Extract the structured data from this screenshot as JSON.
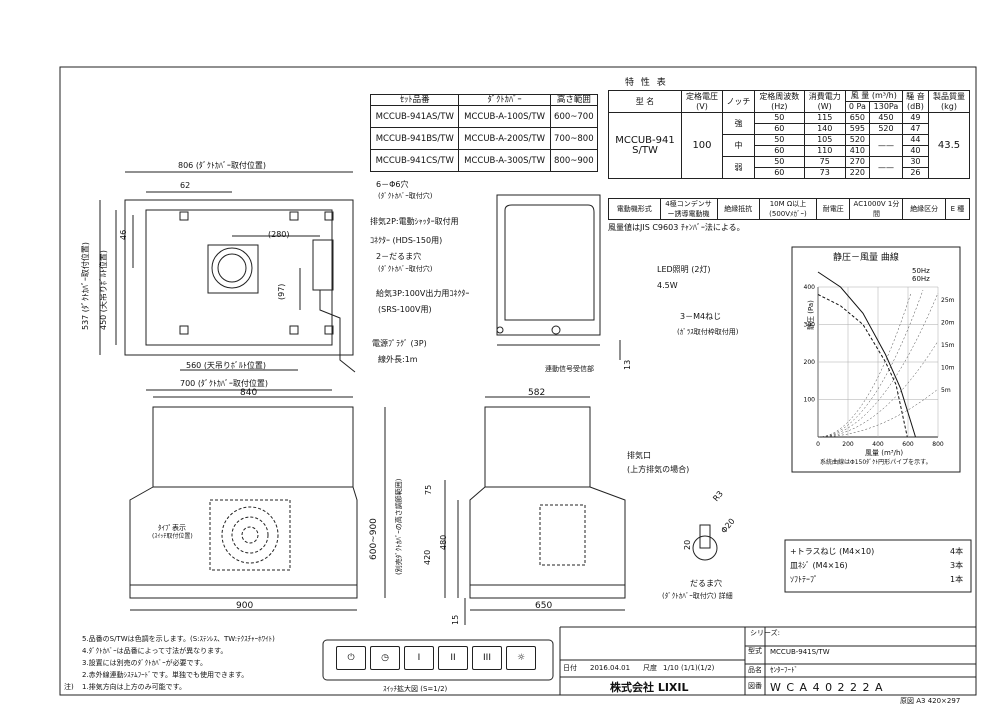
{
  "set_table": {
    "headers": [
      "ｾｯﾄ品番",
      "ﾀﾞｸﾄｶﾊﾞｰ",
      "高さ範囲"
    ],
    "rows": [
      [
        "MCCUB-941AS/TW",
        "MCCUB-A-100S/TW",
        "600~700"
      ],
      [
        "MCCUB-941BS/TW",
        "MCCUB-A-200S/TW",
        "700~800"
      ],
      [
        "MCCUB-941CS/TW",
        "MCCUB-A-300S/TW",
        "800~900"
      ]
    ]
  },
  "spec": {
    "title": "特 性 表",
    "h_model": "型 名",
    "h_voltage": "定格電圧",
    "h_voltage_unit": "(V)",
    "h_notch": "ノッチ",
    "h_freq": "定格周波数",
    "h_freq_unit": "(Hz)",
    "h_power": "消費電力",
    "h_power_unit": "(W)",
    "h_airflow": "風 量 (m³/h)",
    "h_pa0": "0 Pa",
    "h_pa130": "130Pa",
    "h_noise": "騒 音",
    "h_noise_unit": "(dB)",
    "h_mass": "製品質量",
    "h_mass_unit": "(kg)",
    "model": "MCCUB-941 S/TW",
    "voltage": "100",
    "mass": "43.5",
    "notches": [
      {
        "label": "強",
        "rows": [
          [
            "50",
            "115",
            "650",
            "450",
            "49"
          ],
          [
            "60",
            "140",
            "595",
            "520",
            "47"
          ]
        ]
      },
      {
        "label": "中",
        "rows": [
          [
            "50",
            "105",
            "520",
            "——",
            "44"
          ],
          [
            "60",
            "110",
            "410",
            "",
            "40"
          ]
        ]
      },
      {
        "label": "弱",
        "rows": [
          [
            "50",
            "75",
            "270",
            "——",
            "30"
          ],
          [
            "60",
            "73",
            "220",
            "",
            "26"
          ]
        ]
      }
    ],
    "row2": [
      "電動機形式",
      "4極コンデンサー誘導電動機",
      "絶縁抵抗",
      "10M Ω以上(500Vﾒｶﾞｰ)",
      "耐電圧",
      "AC1000V 1分間",
      "絶縁区分",
      "E 種"
    ],
    "note": "風量値はJIS C9603 ﾁｬﾝﾊﾞｰ法による。"
  },
  "chart_data": {
    "type": "line",
    "title": "静圧－風量 曲線",
    "xlabel": "風量 (m³/h)",
    "ylabel": "静圧 (Pa)",
    "xlim": [
      0,
      800
    ],
    "ylim": [
      0,
      400
    ],
    "x_ticks": [
      "0",
      "200",
      "400",
      "600",
      "800"
    ],
    "y_ticks": [
      "100",
      "200",
      "300",
      "400"
    ],
    "legend": [
      "50Hz",
      "60Hz"
    ],
    "duct_labels": [
      "25m",
      "20m",
      "15m",
      "10m",
      "5m"
    ],
    "footnote": "系統曲線はΦ150ﾀﾞｸﾄ円形パイプを示す。",
    "series": [
      {
        "name": "50Hz",
        "points": [
          [
            0,
            440
          ],
          [
            150,
            400
          ],
          [
            300,
            330
          ],
          [
            450,
            220
          ],
          [
            550,
            130
          ],
          [
            650,
            0
          ]
        ]
      },
      {
        "name": "60Hz",
        "points": [
          [
            0,
            380
          ],
          [
            150,
            350
          ],
          [
            300,
            300
          ],
          [
            450,
            200
          ],
          [
            520,
            140
          ],
          [
            595,
            0
          ]
        ]
      }
    ]
  },
  "dims": {
    "w806": "806 (ﾀﾞｸﾄｶﾊﾞｰ取付位置)",
    "d62": "62",
    "d280": "(280)",
    "d46": "46",
    "d97": "(97)",
    "d537": "537 (ﾀﾞｸﾄｶﾊﾞｰ取付位置)",
    "d450": "450 (天吊りﾎﾞﾙﾄ位置)",
    "d560": "560 (天吊りﾎﾞﾙﾄ位置)",
    "d700": "700 (ﾀﾞｸﾄｶﾊﾞｰ取付位置)",
    "hole6": "6－Φ6穴",
    "hole6b": "(ﾀﾞｸﾄｶﾊﾞｰ取付穴)",
    "exh2p": "排気2P:電動ｼｬｯﾀｰ取付用",
    "exh2pb": "ｺﾈｸﾀｰ (HDS-150用)",
    "daruma2": "2－だるま穴",
    "daruma2b": "(ﾀﾞｸﾄｶﾊﾞｰ取付穴)",
    "sup3p": "給気3P:100V出力用ｺﾈｸﾀｰ",
    "sup3pb": "(SRS-100V用)",
    "plug": "電源ﾌﾟﾗｸﾞ (3P)",
    "cord": "線外長:1m",
    "led": "LED照明 (2灯)",
    "led_w": "4.5W",
    "m4": "3－M4ねじ",
    "m4b": "(ｶﾞﾗｽ取付枠取付用)",
    "recv": "連動信号受信部",
    "d13": "13",
    "w840": "840",
    "w582": "582",
    "w900": "900",
    "w650": "650",
    "h600": "600~900",
    "h600b": "(別売ﾀﾞｸﾄｶﾊﾞｰの高さ調節範囲)",
    "d75": "75",
    "d420": "420",
    "d480": "480",
    "d15": "15",
    "exhaust": "排気口",
    "exhaustb": "(上方排気の場合)",
    "r3": "R3",
    "phi20": "Φ20",
    "d20": "20",
    "daruma_detail": "だるま穴",
    "daruma_detailb": "(ﾀﾞｸﾄｶﾊﾞｰ取付穴) 詳細",
    "side1": "ﾀｲﾌﾟ表示",
    "side2": "(ｽｲｯﾁ取付位置)"
  },
  "parts": [
    [
      "+トラスねじ (M4×10)",
      "4本"
    ],
    [
      "皿ﾈｼﾞ (M4×16)",
      "3本"
    ],
    [
      "ｿﾌﾄﾃｰﾌﾟ",
      "1本"
    ]
  ],
  "notes": [
    "5.品番のS/TWは色調を示します。(S:ｽﾃﾝﾚｽ、TW:ﾃｸｽﾁｬｰﾎﾜｲﾄ)",
    "4.ﾀﾞｸﾄｶﾊﾞｰは品番によって寸法が異なります。",
    "3.設置には別売のﾀﾞｸﾄｶﾊﾞｰが必要です。",
    "2.赤外線連動ｼｽﾃﾑﾌｰﾄﾞです。単独でも使用できます。",
    "1.排気方向は上方のみ可能です。"
  ],
  "notes_label": "注)",
  "switch_caption": "ｽｲｯﾁ拡大図 (S=1/2)",
  "switch_labels": [
    "⏻",
    "◷",
    "I",
    "II",
    "III",
    "☼"
  ],
  "title_block": {
    "series_label": "シリーズ:",
    "model_label": "型式",
    "model": "MCCUB-941S/TW",
    "name_label": "品名",
    "name": "ｾﾝﾀｰﾌｰﾄﾞ",
    "date_label": "日付",
    "date": "2016.04.01",
    "scale_label": "尺度",
    "scale": "1/10 (1/1)(1/2)",
    "company": "株式会社 LIXIL",
    "dwg_label": "図番",
    "dwg": "W C A 4 0 2 2 2 A",
    "paper": "原図 A3 420×297"
  }
}
